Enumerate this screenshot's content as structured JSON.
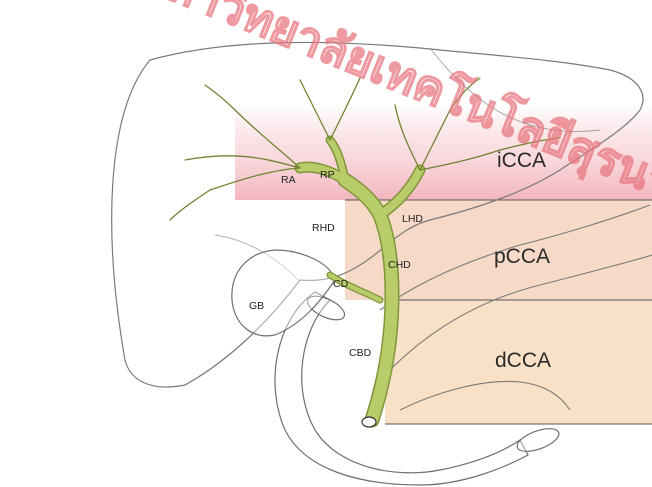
{
  "zones": {
    "intrahepatic": {
      "label": "iCCA",
      "color": "#f2c4c8"
    },
    "perihilar": {
      "label": "pCCA",
      "color": "#f5d4bd"
    },
    "distal": {
      "label": "dCCA",
      "color": "#f6dcbd"
    }
  },
  "ducts": {
    "ra": "RA",
    "rp": "RP",
    "rhd": "RHD",
    "lhd": "LHD",
    "chd": "CHD",
    "cd": "CD",
    "cbd": "CBD",
    "gb": "GB"
  },
  "watermark": {
    "text": "มหาวิทยาลัยเทคโนโลยีสุรนารี",
    "color": "#e8777f"
  },
  "colors": {
    "duct": "#b9cc6a",
    "duct_outline": "#7f9538",
    "organ_outline": "#777777"
  }
}
